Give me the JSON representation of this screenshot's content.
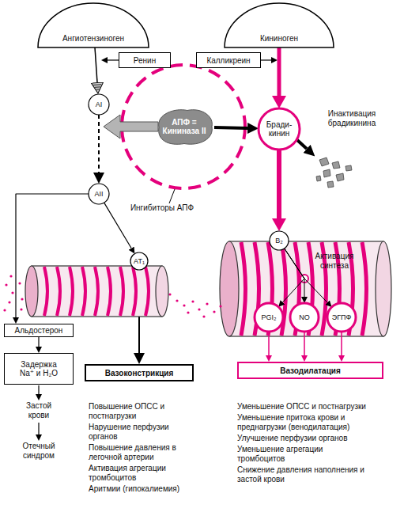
{
  "diagram": {
    "nodes": [
      {
        "text": [
          "Ангиотензиноген"
        ]
      },
      {
        "text": [
          "Кининоген"
        ]
      },
      {
        "text": [
          "Ренин"
        ]
      },
      {
        "text": [
          "Калликреин"
        ]
      },
      {
        "text": [
          "AI"
        ]
      },
      {
        "text": [
          "АПФ = Кининаза II"
        ]
      },
      {
        "text": [
          "Бради- кинин"
        ]
      },
      {
        "text": [
          "AII"
        ]
      },
      {
        "text": [
          "AT₁"
        ]
      },
      {
        "text": [
          "B₂"
        ]
      },
      {
        "text": [
          "PGI₂"
        ]
      },
      {
        "text": [
          "NO"
        ]
      },
      {
        "text": [
          "ЭГПФ"
        ]
      },
      {
        "text": [
          "Альдостерон"
        ]
      },
      {
        "text": [
          "Вазоконстрикция"
        ]
      },
      {
        "text": [
          "Вазодилатация"
        ]
      },
      {
        "text": [
          "Задержка Na⁺ и H₂O"
        ]
      }
    ],
    "edges": [
      {
        "from": 0,
        "to": 4,
        "arrow": "to"
      },
      {
        "from": 1,
        "to": 6,
        "arrow": "to"
      },
      {
        "from": 4,
        "to": 7,
        "arrow": "to"
      },
      {
        "from": 5,
        "to": 6,
        "arrow": "to"
      },
      {
        "from": 6,
        "to": 9,
        "arrow": "to"
      },
      {
        "from": 7,
        "to": 13,
        "arrow": "to"
      },
      {
        "from": 7,
        "to": 8,
        "arrow": "to"
      },
      {
        "from": 8,
        "to": 14,
        "arrow": "to"
      },
      {
        "from": 13,
        "to": 16,
        "arrow": "to"
      },
      {
        "from": 9,
        "to": 10,
        "arrow": "to"
      },
      {
        "from": 9,
        "to": 11,
        "arrow": "to"
      },
      {
        "from": 9,
        "to": 12,
        "arrow": "to"
      },
      {
        "from": 10,
        "to": 15,
        "arrow": "to"
      },
      {
        "from": 11,
        "to": 15,
        "arrow": "to"
      },
      {
        "from": 12,
        "to": 15,
        "arrow": "to"
      }
    ],
    "labels": [
      "Ингибиторы АПФ",
      "Инактивация брадикинина",
      "Активация синтеза",
      "Застой крови",
      "Отечный синдром",
      "Повышение ОПСС и постнагрузки",
      "Нарушение перфузии органов",
      "Повышение давления в легочной артерии",
      "Активация агрегации тромбоцитов",
      "Аритмии (гипокалиемия)",
      "Уменьшение ОПСС и постнагрузки",
      "Уменьшение притока крови и преднагрузки (венодилатация)",
      "Улучшение перфузии органов",
      "Уменьшение агрегации тромбоцитов",
      "Снижение давления наполнения и застой крови"
    ]
  }
}
